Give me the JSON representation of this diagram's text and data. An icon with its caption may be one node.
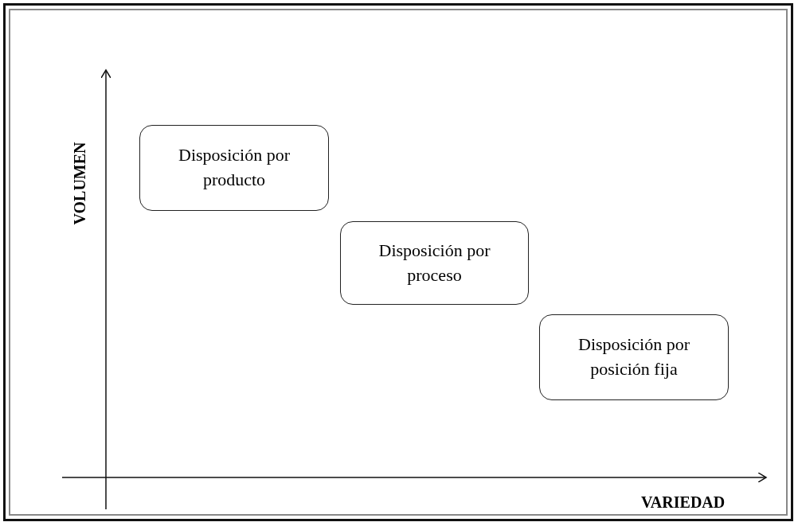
{
  "diagram": {
    "nodes": [
      {
        "text": [
          "Disposición por producto"
        ]
      },
      {
        "text": [
          "Disposición por proceso"
        ]
      },
      {
        "text": [
          "Disposición por posición fija"
        ]
      }
    ],
    "labels": [
      "VOLUMEN",
      "VARIEDAD"
    ]
  }
}
